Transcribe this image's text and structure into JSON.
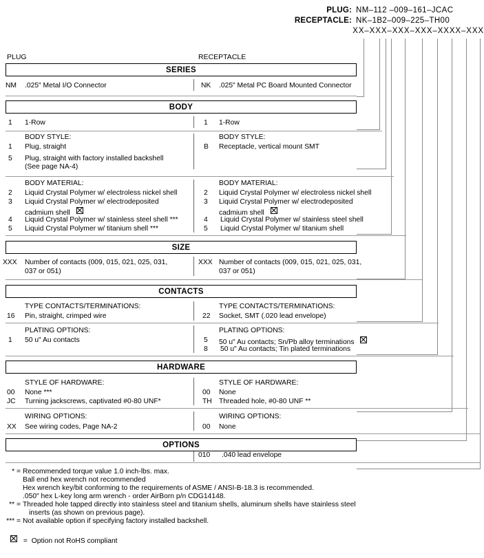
{
  "header": {
    "plug_label": "PLUG:",
    "plug_value": "NM–112 –009–161–JCAC",
    "receptacle_label": "RECEPTACLE:",
    "receptacle_value": "NK–1B2–009–225–TH00",
    "template_value": "XX–XXX–XXX–XXX–XXXX–XXX"
  },
  "columns": {
    "plug": "PLUG",
    "receptacle": "RECEPTACLE"
  },
  "bands": {
    "series": "SERIES",
    "body": "BODY",
    "size": "SIZE",
    "contacts": "CONTACTS",
    "hardware": "HARDWARE",
    "options": "OPTIONS"
  },
  "series": {
    "plug": {
      "code": "NM",
      "text": ".025\" Metal I/O Connector"
    },
    "receptacle": {
      "code": "NK",
      "text": ".025\" Metal PC Board Mounted Connector"
    }
  },
  "rows": {
    "plug": {
      "code": "1",
      "text": "1-Row"
    },
    "receptacle": {
      "code": "1",
      "text": "1-Row"
    }
  },
  "body_style": {
    "heading": "BODY STYLE:",
    "plug": [
      {
        "code": "1",
        "text": "Plug, straight"
      },
      {
        "code": "5",
        "text": "Plug, straight with factory installed backshell"
      },
      {
        "code": "",
        "text": "(See page NA-4)"
      }
    ],
    "receptacle": [
      {
        "code": "B",
        "text": "Receptacle, vertical mount SMT"
      }
    ]
  },
  "body_material": {
    "heading": "BODY MATERIAL:",
    "plug": [
      {
        "code": "2",
        "text": "Liquid Crystal Polymer w/ electroless nickel shell",
        "note": ""
      },
      {
        "code": "3",
        "text": "Liquid Crystal Polymer w/ electrodeposited",
        "note": ""
      },
      {
        "code": "",
        "text": "cadmium shell",
        "note": "rohs"
      },
      {
        "code": "4",
        "text": "Liquid Crystal Polymer w/ stainless steel shell ***",
        "note": ""
      },
      {
        "code": "5",
        "text": "Liquid Crystal Polymer w/ titanium shell ***",
        "note": ""
      }
    ],
    "receptacle": [
      {
        "code": "2",
        "text": "Liquid Crystal Polymer w/ electroless nickel shell",
        "note": ""
      },
      {
        "code": "3",
        "text": "Liquid Crystal Polymer w/ electrodeposited",
        "note": ""
      },
      {
        "code": "",
        "text": "cadmium shell",
        "note": "rohs"
      },
      {
        "code": "4",
        "text": "Liquid Crystal Polymer w/ stainless steel shell",
        "note": ""
      },
      {
        "code": "5",
        "text": "Liquid Crystal Polymer w/ titanium shell",
        "note": ""
      }
    ]
  },
  "size": {
    "plug": {
      "code": "XXX",
      "line1": "Number of contacts (009, 015, 021, 025, 031,",
      "line2": "037 or 051)"
    },
    "receptacle": {
      "code": "XXX",
      "line1": "Number of contacts (009, 015, 021, 025, 031,",
      "line2": "037 or 051)"
    }
  },
  "contact_type": {
    "heading": "TYPE CONTACTS/TERMINATIONS:",
    "plug": {
      "code": "16",
      "text": "Pin, straight, crimped wire"
    },
    "receptacle": {
      "code": "22",
      "text": "Socket, SMT (.020 lead envelope)"
    }
  },
  "plating": {
    "heading": "PLATING OPTIONS:",
    "plug": [
      {
        "code": "1",
        "text": "50 u\" Au contacts",
        "note": ""
      }
    ],
    "receptacle": [
      {
        "code": "5",
        "text": "50 u\" Au contacts; Sn/Pb alloy terminations",
        "note": "rohs"
      },
      {
        "code": "8",
        "text": "50 u\" Au contacts; Tin plated terminations",
        "note": ""
      }
    ]
  },
  "hardware_style": {
    "heading": "STYLE OF HARDWARE:",
    "plug": [
      {
        "code": "00",
        "text": "None  ***"
      },
      {
        "code": "JC",
        "text": "Turning jackscrews, captivated #0-80 UNF*"
      }
    ],
    "receptacle": [
      {
        "code": "00",
        "text": "None"
      },
      {
        "code": "TH",
        "text": "Threaded hole, #0-80 UNF  **"
      }
    ]
  },
  "wiring": {
    "heading": "WIRING OPTIONS:",
    "plug": [
      {
        "code": "XX",
        "text": "See wiring codes, Page NA-2"
      }
    ],
    "receptacle": [
      {
        "code": "00",
        "text": "None"
      }
    ]
  },
  "options": {
    "receptacle": {
      "code": "010",
      "text": ".040 lead envelope"
    }
  },
  "footnotes": {
    "f1_mark": "* =",
    "f1_lines": [
      "Recommended torque value 1.0 inch-lbs. max.",
      "Ball end hex wrench not recommended",
      "Hex wrench key/bit conforming to the requirements of ASME / ANSI-B-18.3 is recommended.",
      ".050\" hex L-key long arm wrench - order AirBorn p/n CDG14148."
    ],
    "f2_mark": "** =",
    "f2_lines": [
      "Threaded hole tapped directly into stainless steel and titanium shells, aluminum shells have stainless steel",
      "inserts (as shown on previous page)."
    ],
    "f3_mark": "*** =",
    "f3_lines": [
      "Not available option if specifying factory installed backshell."
    ],
    "f4_mark": "=",
    "f4_text": "Option not RoHS compliant"
  }
}
